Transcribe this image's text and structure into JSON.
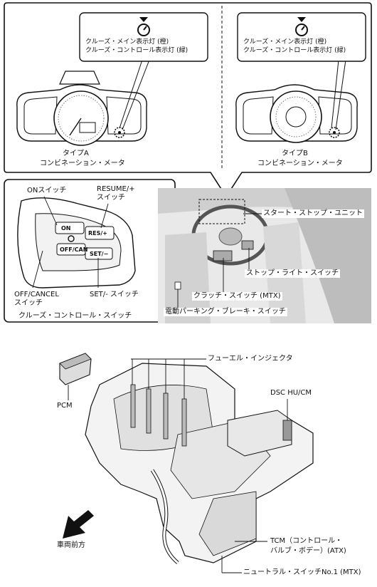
{
  "top_panel": {
    "left": {
      "indicator_line1": "クルーズ・メイン表示灯 (橙)",
      "indicator_line2": "クルーズ・コントロール表示灯 (緑)",
      "type_label": "タイプA",
      "meter_label": "コンビネーション・メータ"
    },
    "right": {
      "indicator_line1": "クルーズ・メイン表示灯 (橙)",
      "indicator_line2": "クルーズ・コントロール表示灯 (緑)",
      "type_label": "タイプB",
      "meter_label": "コンビネーション・メータ"
    }
  },
  "switch_panel": {
    "on_switch": "ONスイッチ",
    "resume_line1": "RESUME/+",
    "resume_line2": "スイッチ",
    "btn_on": "ON",
    "btn_res": "RES/+",
    "btn_off": "OFF/CAN",
    "btn_set": "SET/−",
    "off_cancel_line1": "OFF/CANCEL",
    "off_cancel_line2": "スイッチ",
    "set_switch": "SET/- スイッチ",
    "title": "クルーズ・コントロール・スイッチ"
  },
  "cockpit_labels": {
    "start_stop": "スタート・ストップ・ユニット",
    "stop_light": "ストップ・ライト・スイッチ",
    "clutch": "クラッチ・スイッチ (MTX)",
    "parking": "電動パーキング・ブレーキ・スイッチ"
  },
  "engine_labels": {
    "fuel_injector": "フューエル・インジェクタ",
    "pcm": "PCM",
    "dsc": "DSC HU/CM",
    "forward": "車両前方",
    "tcm_line1": "TCM（コントロール・",
    "tcm_line2": "バルブ・ボデー）(ATX)",
    "neutral": "ニュートラル・スイッチNo.1 (MTX)"
  },
  "colors": {
    "line": "#111111",
    "grey": "#9a9a9a",
    "light": "#d6d6d6"
  }
}
